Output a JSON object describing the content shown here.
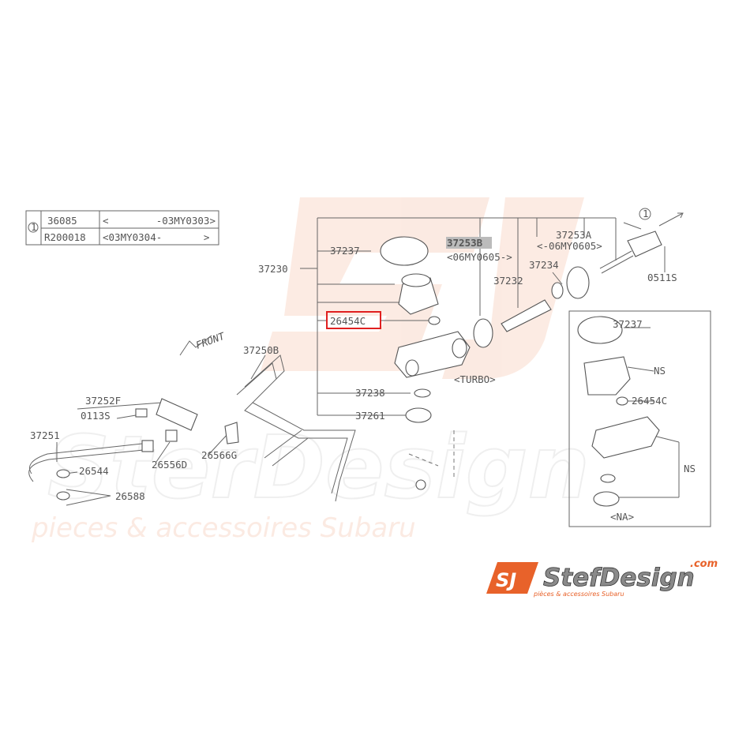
{
  "watermark": {
    "brand": "SterDesign",
    "tagline": "pieces & accessoires Subaru"
  },
  "logo": {
    "brand": "StefDesign",
    "domain": ".com",
    "tagline": "pièces & accessoires Subaru",
    "accent": "#e8622a"
  },
  "applicability_table": {
    "ref": "1",
    "rows": [
      {
        "part": "36085",
        "range": "<        -03MY0303>"
      },
      {
        "part": "R200018",
        "range": "<03MY0304-       >"
      }
    ]
  },
  "labels": {
    "p37230": "37230",
    "p37237": "37237",
    "p37253B": "37253B",
    "p37253B_range": "<06MY0605->",
    "p37253A": "37253A",
    "p37253A_range": "<-06MY0605>",
    "p37234": "37234",
    "p37232": "37232",
    "p0511S": "0511S",
    "ref1": "1",
    "p26454C": "26454C",
    "front": "FRONT",
    "p37250B": "37250B",
    "turbo": "<TURBO>",
    "p37238": "37238",
    "p37261": "37261",
    "p37252F": "37252F",
    "p0113S": "0113S",
    "p37251": "37251",
    "p26544": "26544",
    "p26556D": "26556D",
    "p26566G": "26566G",
    "p26588": "26588"
  },
  "na_inset": {
    "p37237": "37237",
    "ns1": "NS",
    "p26454C": "26454C",
    "ns2": "NS",
    "title": "<NA>"
  },
  "highlight": {
    "part": "26454C",
    "color": "#e02020"
  }
}
